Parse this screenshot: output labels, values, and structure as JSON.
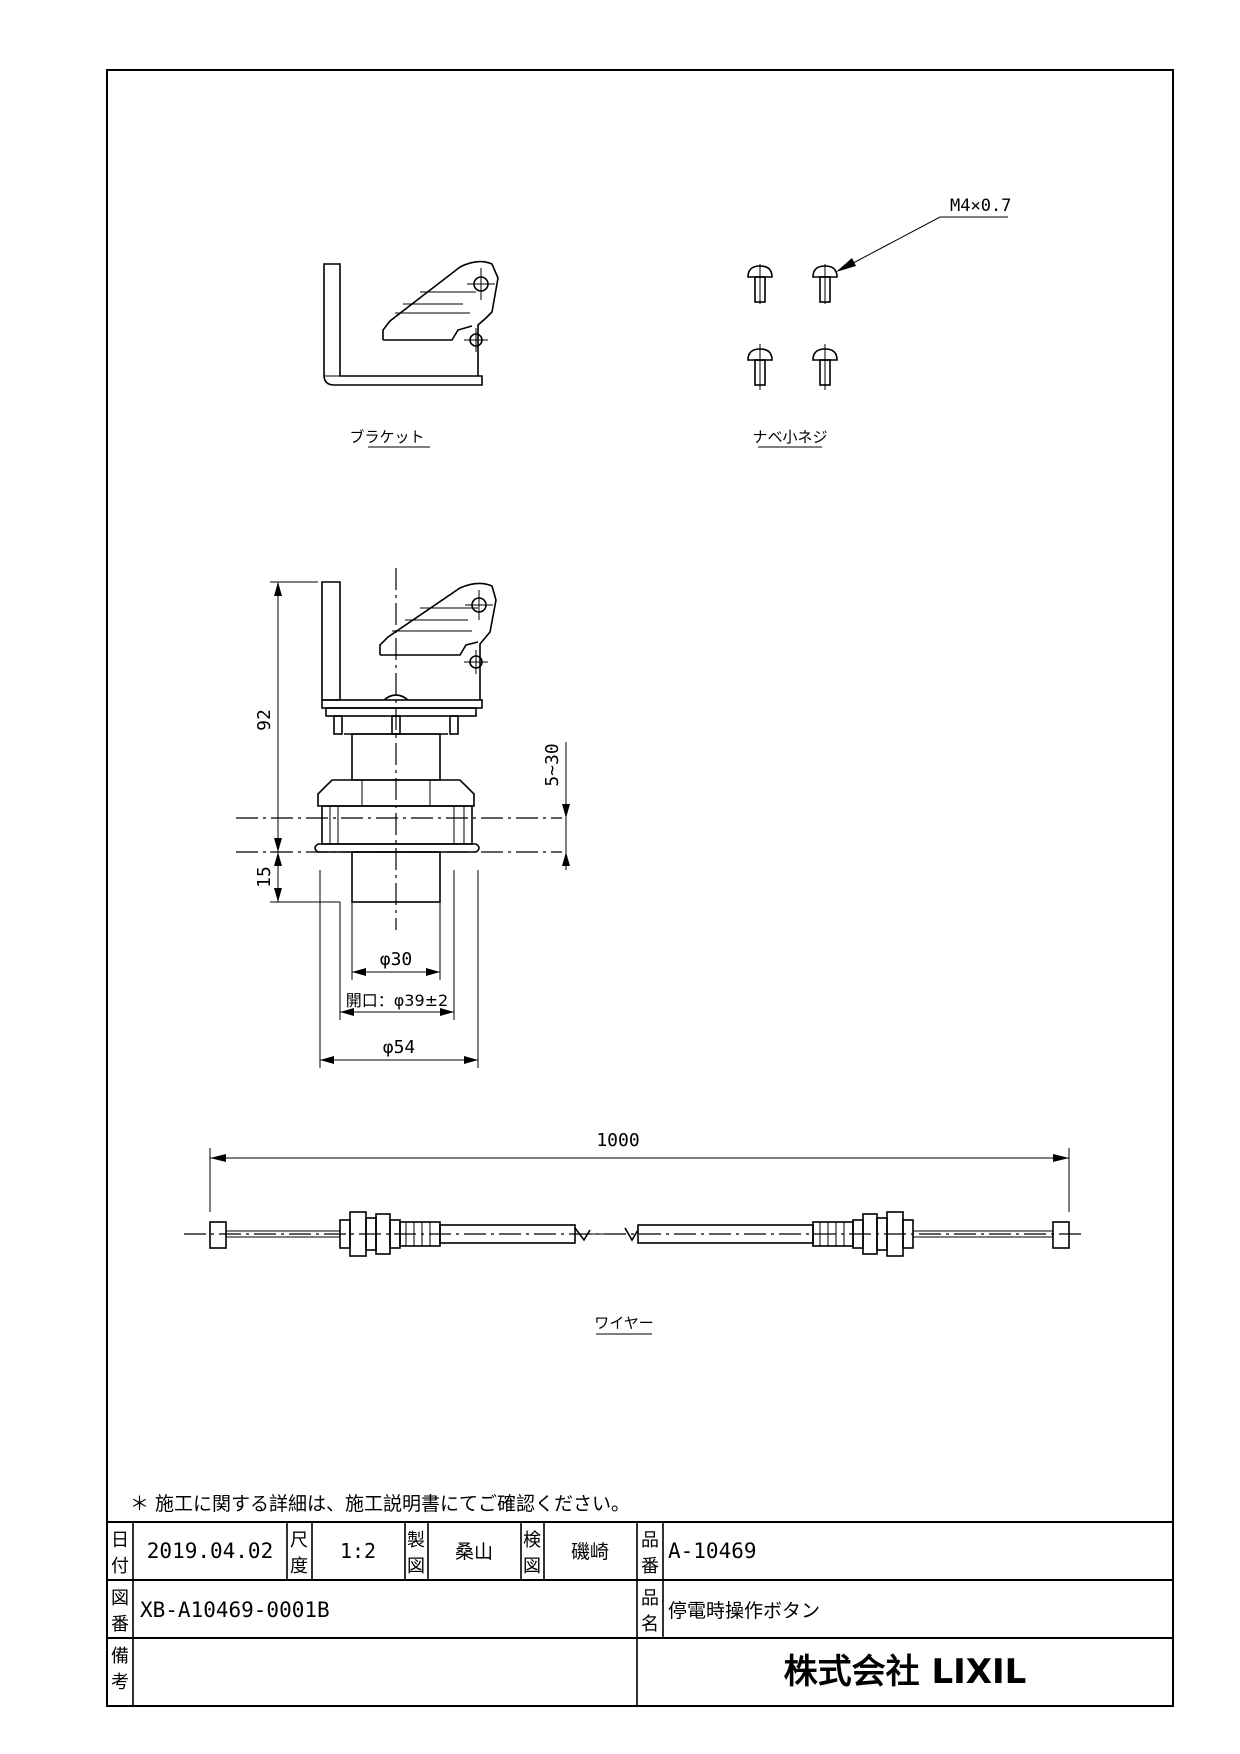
{
  "views": {
    "bracket_caption": "ブラケット",
    "screw_caption": "ナベ小ネジ",
    "screw_spec": "M4×0.7",
    "wire_caption": "ワイヤー"
  },
  "dimensions": {
    "height_total": "92",
    "panel_range": "5~30",
    "below_panel": "15",
    "d30": "φ30",
    "hole": "開口：φ39±2",
    "d54": "φ54",
    "wire_length": "1000"
  },
  "note": "＊ 施工に関する詳細は、施工説明書にてご確認ください。",
  "title_block": {
    "date_label": [
      "日",
      "付"
    ],
    "date_value": "2019.04.02",
    "scale_label": [
      "尺",
      "度"
    ],
    "scale_value": "1:2",
    "drawn_label": [
      "製",
      "図"
    ],
    "drawn_value": "桑山",
    "checked_label": [
      "検",
      "図"
    ],
    "checked_value": "磯崎",
    "part_no_label": [
      "品",
      "番"
    ],
    "part_no_value": "A-10469",
    "drawing_no_label": [
      "図",
      "番"
    ],
    "drawing_no_value": "XB-A10469-0001B",
    "part_name_label": [
      "品",
      "名"
    ],
    "part_name_value": "停電時操作ボタン",
    "remarks_label": [
      "備",
      "考"
    ],
    "company": "株式会社 LIXIL"
  }
}
